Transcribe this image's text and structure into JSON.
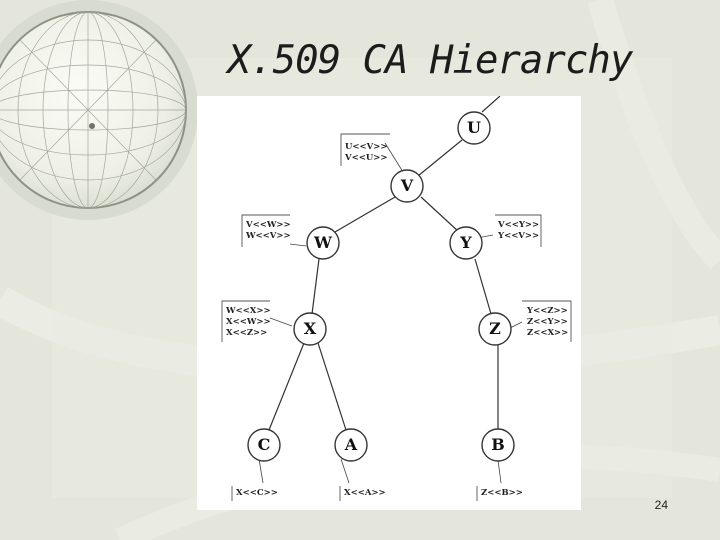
{
  "title": "X.509 CA Hierarchy",
  "page_number": "24",
  "nodes": {
    "U": "U",
    "V": "V",
    "W": "W",
    "Y": "Y",
    "X": "X",
    "Z": "Z",
    "C": "C",
    "A": "A",
    "B": "B"
  },
  "certificates": {
    "U": [
      "U<<V>>",
      "V<<U>>"
    ],
    "W": [
      "V<<W>>",
      "W<<V>>"
    ],
    "Y": [
      "V<<Y>>",
      "Y<<V>>"
    ],
    "X": [
      "W<<X>>",
      "X<<W>>",
      "X<<Z>>"
    ],
    "Z": [
      "Y<<Z>>",
      "Z<<Y>>",
      "Z<<X>>"
    ],
    "C": [
      "X<<C>>"
    ],
    "A": [
      "X<<A>>"
    ],
    "B": [
      "Z<<B>>"
    ]
  }
}
